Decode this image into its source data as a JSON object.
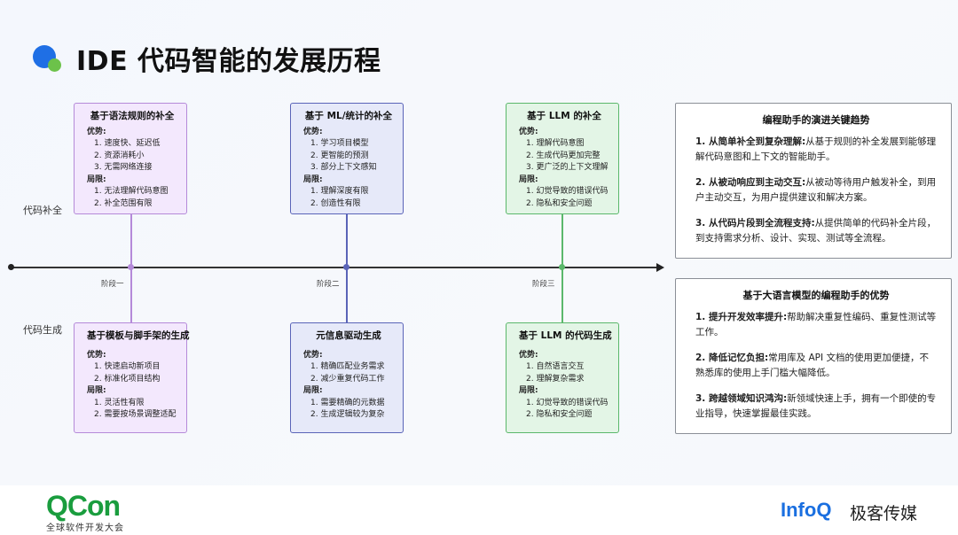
{
  "title": "IDE 代码智能的发展历程",
  "row_labels": {
    "completion": "代码补全",
    "generation": "代码生成"
  },
  "stages": [
    "阶段一",
    "阶段二",
    "阶段三"
  ],
  "colors": {
    "purple": "#b58ad9",
    "blue": "#5a64b8",
    "green": "#5bb86b",
    "accent": "#1f6fe5"
  },
  "cards": {
    "c1": {
      "title": "基于语法规则的补全",
      "adv_label": "优势:",
      "adv": [
        "1. 速度快、延迟低",
        "2. 资源消耗小",
        "3. 无需网络连接"
      ],
      "lim_label": "局限:",
      "lim": [
        "1. 无法理解代码意图",
        "2. 补全范围有限"
      ]
    },
    "c2": {
      "title": "基于 ML/统计的补全",
      "adv_label": "优势:",
      "adv": [
        "1. 学习项目模型",
        "2. 更智能的预测",
        "3. 部分上下文感知"
      ],
      "lim_label": "局限:",
      "lim": [
        "1. 理解深度有限",
        "2. 创造性有限"
      ]
    },
    "c3": {
      "title": "基于 LLM 的补全",
      "adv_label": "优势:",
      "adv": [
        "1. 理解代码意图",
        "2. 生成代码更加完整",
        "3. 更广泛的上下文理解"
      ],
      "lim_label": "局限:",
      "lim": [
        "1. 幻觉导致的错误代码",
        "2. 隐私和安全问题"
      ]
    },
    "g1": {
      "title": "基于模板与脚手架的生成",
      "adv_label": "优势:",
      "adv": [
        "1. 快速启动新项目",
        "2. 标准化项目结构"
      ],
      "lim_label": "局限:",
      "lim": [
        "1. 灵活性有限",
        "2. 需要按场景调整适配"
      ]
    },
    "g2": {
      "title": "元信息驱动生成",
      "adv_label": "优势:",
      "adv": [
        "1. 精确匹配业务需求",
        "2. 减少重复代码工作"
      ],
      "lim_label": "局限:",
      "lim": [
        "1. 需要精确的元数据",
        "2. 生成逻辑较为复杂"
      ]
    },
    "g3": {
      "title": "基于 LLM 的代码生成",
      "adv_label": "优势:",
      "adv": [
        "1. 自然语言交互",
        "2. 理解复杂需求"
      ],
      "lim_label": "局限:",
      "lim": [
        "1. 幻觉导致的错误代码",
        "2. 隐私和安全问题"
      ]
    }
  },
  "trends": {
    "title": "编程助手的演进关键趋势",
    "items": [
      {
        "head": "1. 从简单补全到复杂理解:",
        "body": "从基于规则的补全发展到能够理解代码意图和上下文的智能助手。"
      },
      {
        "head": "2. 从被动响应到主动交互:",
        "body": "从被动等待用户触发补全，到用户主动交互，为用户提供建议和解决方案。"
      },
      {
        "head": "3. 从代码片段到全流程支持:",
        "body": "从提供简单的代码补全片段，到支持需求分析、设计、实现、测试等全流程。"
      }
    ]
  },
  "advantages": {
    "title": "基于大语言模型的编程助手的优势",
    "items": [
      {
        "head": "1. 提升开发效率提升:",
        "body": "帮助解决重复性编码、重复性测试等工作。"
      },
      {
        "head": "2. 降低记忆负担:",
        "body": "常用库及 API 文档的使用更加便捷，不熟悉库的使用上手门槛大幅降低。"
      },
      {
        "head": "3. 跨越领域知识鸿沟:",
        "body": "新领域快速上手，拥有一个即使的专业指导，快速掌握最佳实践。"
      }
    ]
  },
  "footer": {
    "qcon": "QCon",
    "qcon_sub": "全球软件开发大会",
    "infoq": "InfoQ",
    "jike": "极客传媒"
  }
}
